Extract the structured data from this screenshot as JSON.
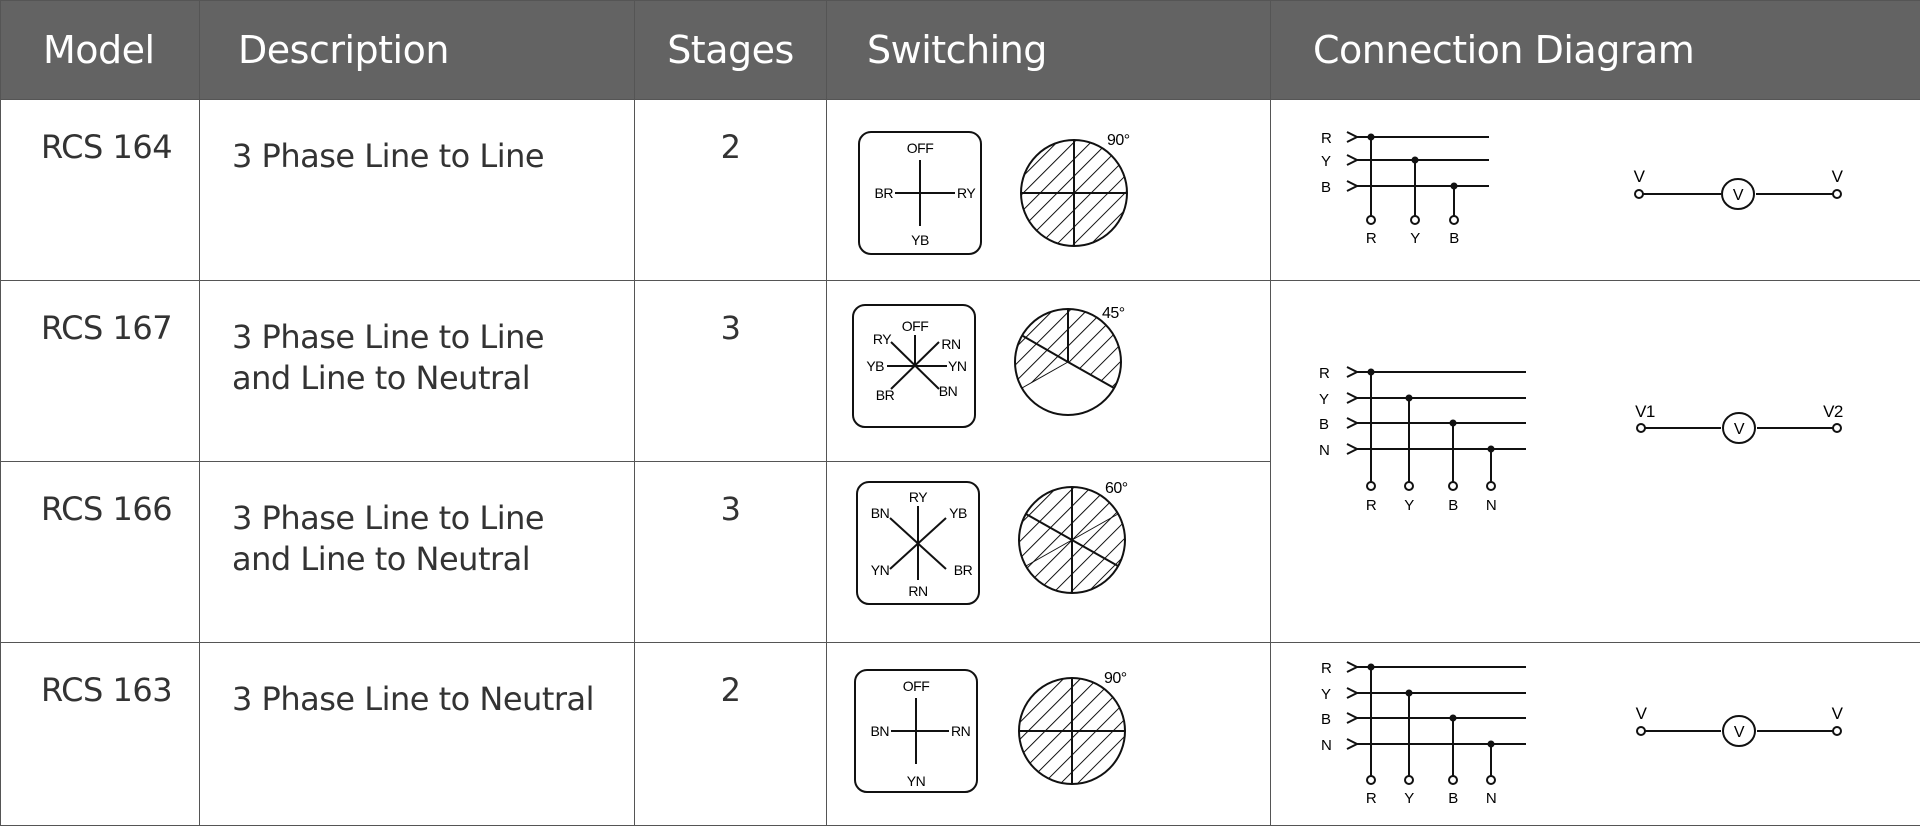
{
  "table": {
    "headers": [
      "Model",
      "Description",
      "Stages",
      "Switching",
      "Connection Diagram"
    ],
    "rows": [
      {
        "model": "RCS 164",
        "description_lines": [
          "3 Phase Line to Line"
        ],
        "stages": "2",
        "switch_positions": {
          "top": "OFF",
          "left": "BR",
          "right": "RY",
          "bottom": "YB"
        },
        "switch_angle": "90°",
        "connection": {
          "inputs": [
            "R",
            "Y",
            "B"
          ],
          "outputs": [
            "R",
            "Y",
            "B"
          ],
          "meter_left": "V",
          "meter_right": "V",
          "meter_symbol": "V"
        }
      },
      {
        "model": "RCS 167",
        "description_lines": [
          "3 Phase Line to Line",
          "and Line to Neutral"
        ],
        "stages": "3",
        "switch_positions": {
          "top": "OFF",
          "top_left": "RY",
          "top_right": "RN",
          "left": "YB",
          "right": "YN",
          "bottom_left": "BR",
          "bottom_right": "BN"
        },
        "switch_angle": "45°",
        "connection": {
          "inputs": [
            "R",
            "Y",
            "B",
            "N"
          ],
          "outputs": [
            "R",
            "Y",
            "B",
            "N"
          ],
          "meter_left": "V1",
          "meter_right": "V2",
          "meter_symbol": "V",
          "shared_with": "RCS 166"
        }
      },
      {
        "model": "RCS 166",
        "description_lines": [
          "3 Phase Line to Line",
          "and Line to Neutral"
        ],
        "stages": "3",
        "switch_positions": {
          "top": "RY",
          "top_left": "BN",
          "top_right": "YB",
          "bottom_left": "YN",
          "bottom_right": "BR",
          "bottom": "RN"
        },
        "switch_angle": "60°"
      },
      {
        "model": "RCS 163",
        "description_lines": [
          "3 Phase Line to Neutral"
        ],
        "stages": "2",
        "switch_positions": {
          "top": "OFF",
          "left": "BN",
          "right": "RN",
          "bottom": "YN"
        },
        "switch_angle": "90°",
        "connection": {
          "inputs": [
            "R",
            "Y",
            "B",
            "N"
          ],
          "outputs": [
            "R",
            "Y",
            "B",
            "N"
          ],
          "meter_left": "V",
          "meter_right": "V",
          "meter_symbol": "V"
        }
      }
    ]
  },
  "colors": {
    "header_bg": "#636363",
    "header_text": "#ffffff",
    "border": "#555555",
    "text": "#333333"
  }
}
